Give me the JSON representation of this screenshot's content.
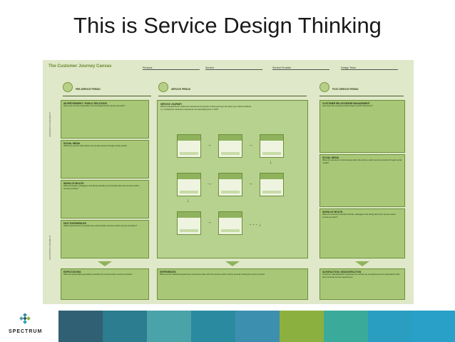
{
  "slide": {
    "title": "This is Service Design Thinking"
  },
  "canvas": {
    "title": "The Customer Journey Canvas",
    "fields": [
      "Persona",
      "Service",
      "Service Provider",
      "Design Team"
    ],
    "phases": [
      "PRE-SERVICE PERIOD",
      "SERVICE PERIOD",
      "POST-SERVICE PERIOD"
    ],
    "side_label_top": "INFORMATION AVAILABILITY",
    "side_label_bottom": "INFORMATION CREDIBILITY",
    "pre_boxes": [
      {
        "title": "ADVERTISEMENT / PUBLIC RELATIONS",
        "question": "How is the service proposition communicated by the service provider?"
      },
      {
        "title": "SOCIAL MEDIA",
        "question": "Which pre-service information can people access through social media?"
      },
      {
        "title": "WORD-OF-MOUTH",
        "question": "What do friends, colleagues and family actually communicate about the service and/or service provider?"
      },
      {
        "title": "PAST EXPERIENCES",
        "question": "Which experiences do people have with (similar) services and/or service providers?"
      }
    ],
    "journey": {
      "title": "SERVICE JOURNEY",
      "question": "Which touchpoints do customers experience during the service journey? Are there any critical incidents, i.e. touchpoints customers experience as especially good or bad?"
    },
    "post_boxes": [
      {
        "title": "CUSTOMER RELATIONSHIP MANAGEMENT",
        "question": "How does the service provider follow up with customers?"
      },
      {
        "title": "SOCIAL MEDIA",
        "question": "What do customers communicate about the service and/or service provider through social media?"
      },
      {
        "title": "WORD-OF-MOUTH",
        "question": "What do customers tell their friends, colleagues and family about the service and/or service provider?"
      }
    ],
    "bottom_boxes": [
      {
        "title": "EXPECTATIONS",
        "question": "What are (potential) expectations towards the service and/or service provider?"
      },
      {
        "title": "EXPERIENCES",
        "question": "What are the individual experiences customers have with the service and/or service provider during the service period?"
      },
      {
        "title": "SATISFACTION / DISSATISFACTION",
        "question": "Customer (dis)satisfaction assesses the service by comparing service expectations with their personal service experiences."
      }
    ]
  },
  "brand": {
    "name": "SPECTRUM",
    "stripe_colors": [
      "#2f6073",
      "#2b7d8f",
      "#4aa3a8",
      "#2a8ba0",
      "#3d8fb0",
      "#8cb03f",
      "#3aab9a",
      "#2a9ec0",
      "#28a0c8"
    ],
    "mark_colors": [
      "#2a8ba0",
      "#4aa3a8",
      "#2f6073",
      "#8cb03f"
    ]
  }
}
